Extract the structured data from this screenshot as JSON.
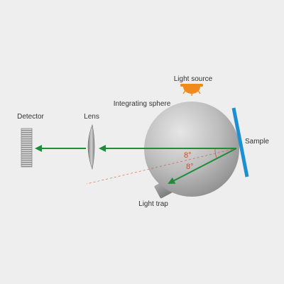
{
  "labels": {
    "light_source": "Light source",
    "integrating_sphere": "Integrating sphere",
    "detector": "Detector",
    "lens": "Lens",
    "sample": "Sample",
    "light_trap": "Light trap",
    "angle_upper": "8°",
    "angle_lower": "8°"
  },
  "colors": {
    "background": "#eeeeee",
    "beam": "#1e8c3a",
    "sample": "#1e90d2",
    "light_source": "#f08a1c",
    "angle_text": "#d9452b",
    "sphere_dark": "#8c8c8c",
    "sphere_light": "#e6e6e6"
  },
  "icons": {
    "light_source": "lamp-icon",
    "detector": "detector-grating-icon",
    "lens": "convex-lens-icon"
  }
}
